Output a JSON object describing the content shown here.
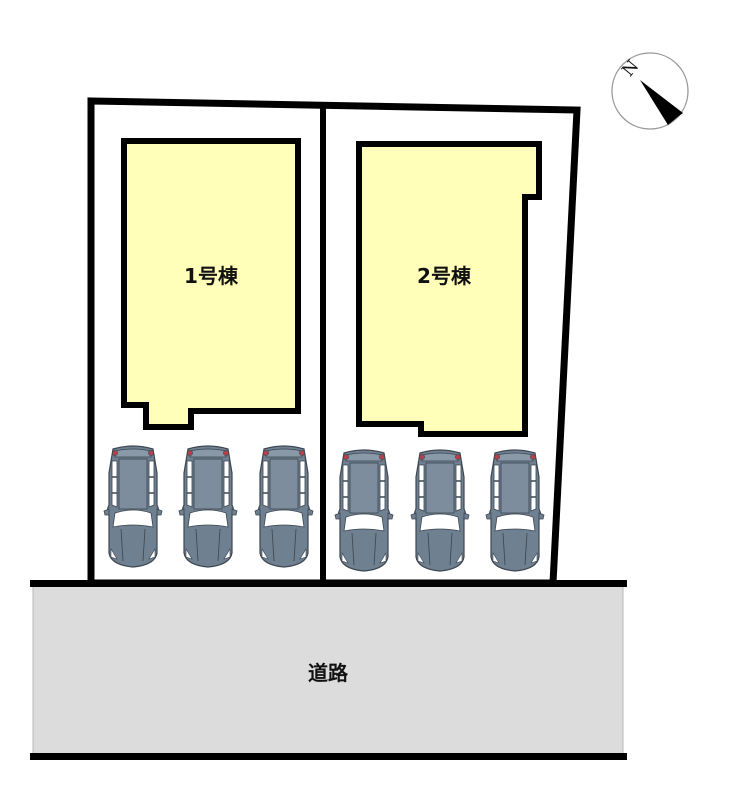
{
  "site_plan": {
    "buildings": [
      {
        "id": 1,
        "label": "1号棟",
        "fill": "#ffffb9"
      },
      {
        "id": 2,
        "label": "2号棟",
        "fill": "#ffffb9"
      }
    ],
    "road": {
      "label": "道路",
      "fill": "#dcdcdc"
    },
    "compass": {
      "letter": "N"
    },
    "parking": {
      "lot_1_cars": 3,
      "lot_2_cars": 3,
      "car_color": "#6f8091"
    },
    "colors": {
      "outline": "#000000",
      "background": "#ffffff"
    }
  }
}
